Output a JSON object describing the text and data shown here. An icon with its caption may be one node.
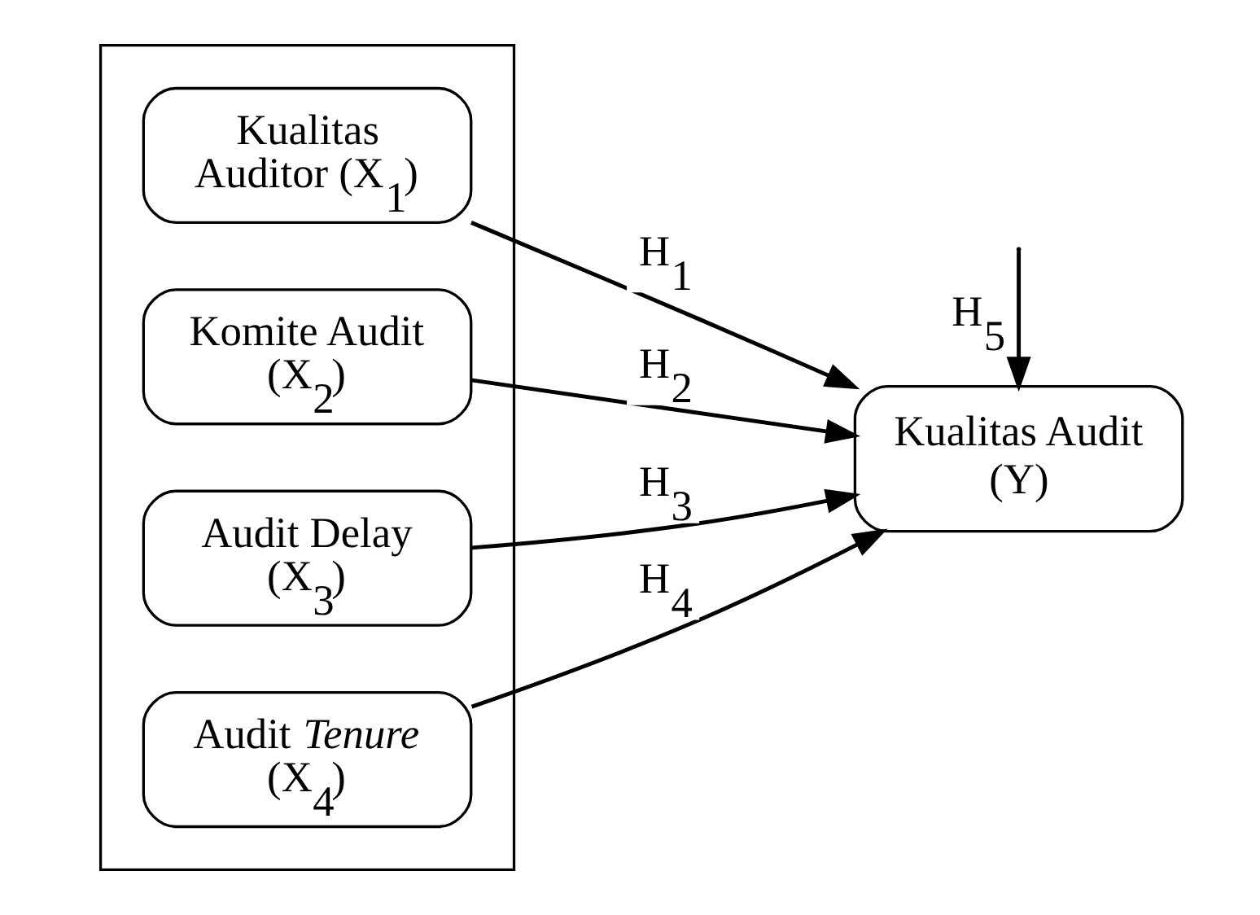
{
  "diagram": {
    "nodes": [
      {
        "text": [],
        "shape": "box"
      },
      {
        "text": [
          "Kualitas Auditor (X$_{1}$)"
        ],
        "in": 0
      },
      {
        "text": [
          "Komite Audit (X$_{2}$)"
        ],
        "in": 0
      },
      {
        "text": [
          "Audit Delay (X$_{3}$)"
        ],
        "in": 0
      },
      {
        "text": [
          "Audit *Tenure* (X$_{4}$)"
        ],
        "in": 0
      },
      {
        "text": [
          "Kualitas Audit (Y)"
        ]
      }
    ],
    "edges": [
      {
        "from": 1,
        "to": 5,
        "arrow": "to",
        "label": "H$_{1}$"
      },
      {
        "from": 2,
        "to": 5,
        "arrow": "to",
        "label": "H$_{2}$"
      },
      {
        "from": 3,
        "to": 5,
        "arrow": "to",
        "label": "H$_{3}$"
      },
      {
        "from": 4,
        "to": 5,
        "arrow": "to",
        "label": "H$_{4}$"
      },
      {
        "from": null,
        "to": 5,
        "arrow": "to",
        "label": "H$_{5}$"
      }
    ]
  }
}
